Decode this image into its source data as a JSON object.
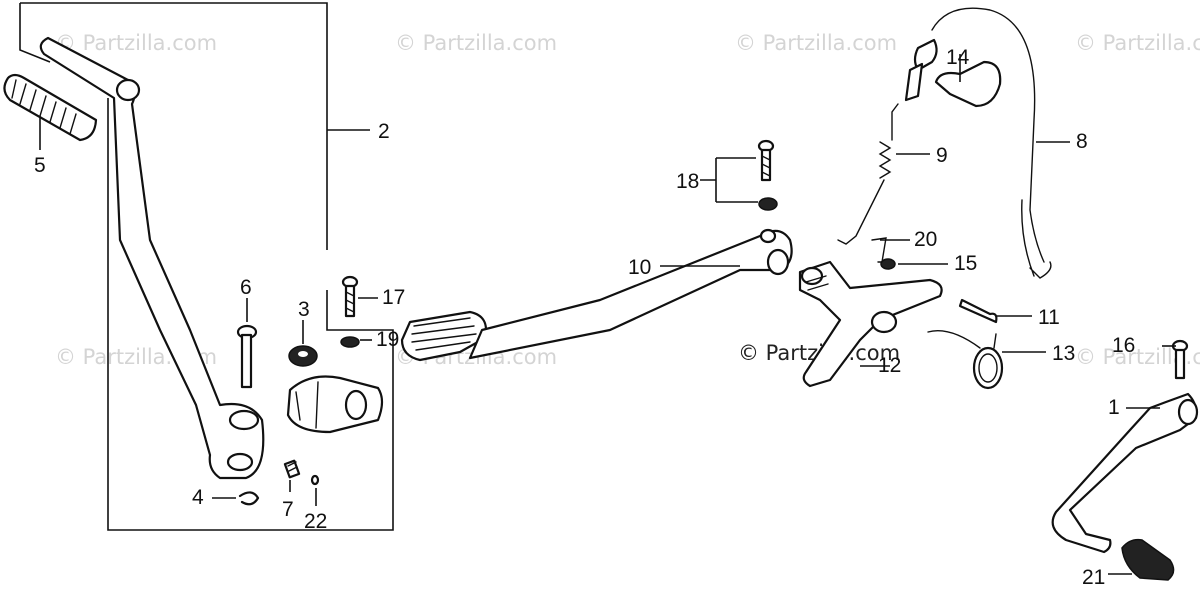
{
  "watermark": "© Partzilla.com",
  "callouts": {
    "c1": "1",
    "c2": "2",
    "c3": "3",
    "c4": "4",
    "c5": "5",
    "c6": "6",
    "c7": "7",
    "c8": "8",
    "c9": "9",
    "c10": "10",
    "c11": "11",
    "c12": "12",
    "c13": "13",
    "c14": "14",
    "c15": "15",
    "c16": "16",
    "c17": "17",
    "c18": "18",
    "c19": "19",
    "c20": "20",
    "c21": "21",
    "c22": "22"
  }
}
